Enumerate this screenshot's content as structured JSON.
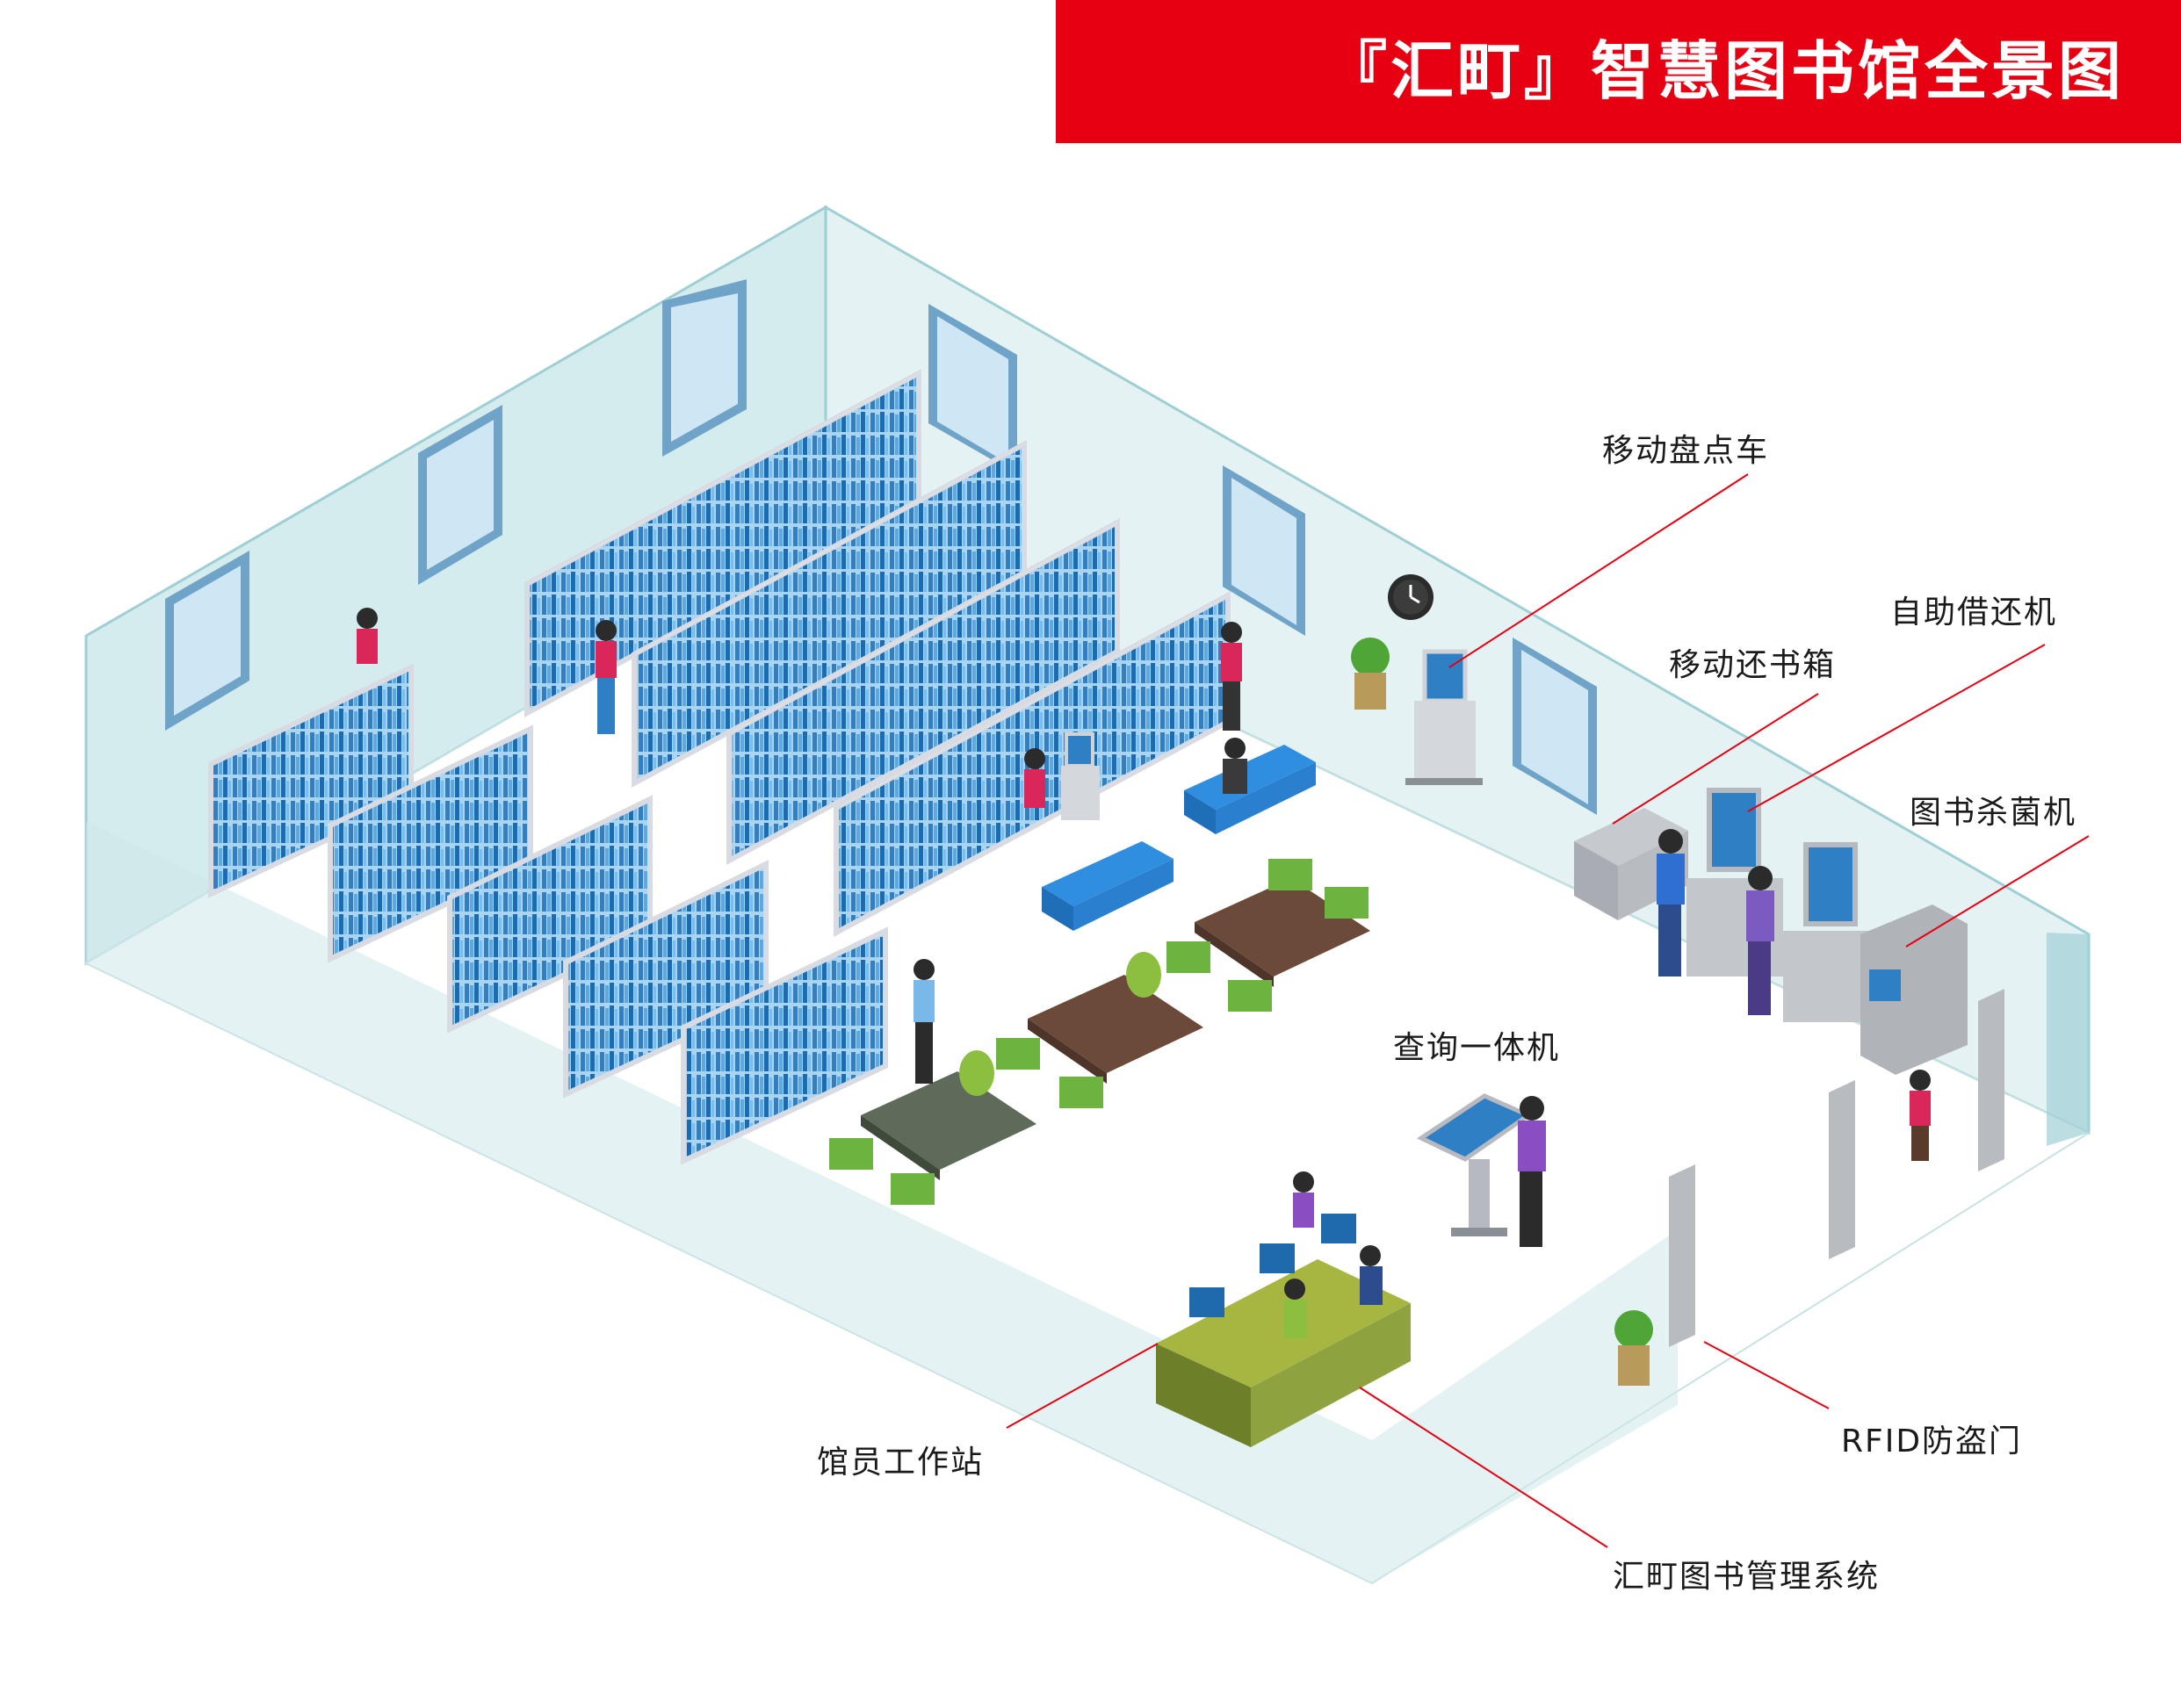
{
  "header": {
    "title": "『汇町』智慧图书馆全景图"
  },
  "labels": {
    "mobile_inventory_cart": "移动盘点车",
    "self_service_kiosk": "自助借还机",
    "mobile_return_box": "移动还书箱",
    "book_sterilizer": "图书杀菌机",
    "query_terminal": "查询一体机",
    "rfid_gate": "RFID防盗门",
    "librarian_workstation": "馆员工作站",
    "management_system": "汇町图书管理系统"
  },
  "colors": {
    "banner": "#e60012",
    "floor": "#ffffff",
    "glass_wall": "#cfe8ea",
    "glass_wall_edge": "#9ecfd4",
    "shelf_frame": "#e6e6ea",
    "book_blue": "#3b8fd1",
    "callout_line": "#e60012",
    "chair_green": "#6db33f",
    "desk_brown": "#6b4a3a",
    "workstation_desk": "#8ea33f",
    "sofa_blue": "#2f8ee0"
  }
}
